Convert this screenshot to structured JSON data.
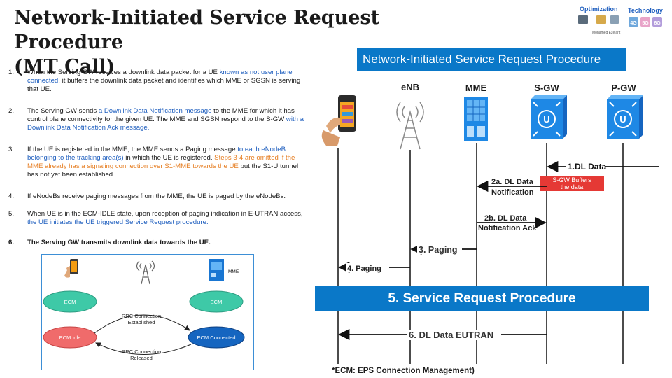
{
  "title_line1": "Network-Initiated Service Request Procedure",
  "title_line2": "(MT Call)",
  "logo": {
    "word1": "Optimization",
    "word2": "Technology",
    "badges": [
      "4G",
      "5G",
      "6G"
    ],
    "author": "Mohamed Ezelarit"
  },
  "steps": [
    {
      "num": "1.",
      "parts": [
        {
          "t": "When the Serving GW receives a downlink data packet for a UE ",
          "c": ""
        },
        {
          "t": "known as not user plane connected",
          "c": "blue"
        },
        {
          "t": ", it buffers the downlink data packet and identifies which MME or SGSN is serving that UE.",
          "c": ""
        }
      ]
    },
    {
      "num": "2.",
      "parts": [
        {
          "t": "The Serving GW sends ",
          "c": ""
        },
        {
          "t": "a Downlink Data Notification message",
          "c": "blue"
        },
        {
          "t": " to the MME for which it has control plane connectivity for the given UE. The MME and SGSN respond to the S-GW ",
          "c": ""
        },
        {
          "t": "with a Downlink Data Notification Ack message.",
          "c": "blue"
        }
      ]
    },
    {
      "num": "3.",
      "parts": [
        {
          "t": "If the UE is registered in the MME, the MME sends a Paging message ",
          "c": ""
        },
        {
          "t": "to each eNodeB belonging to the tracking area(s)",
          "c": "blue"
        },
        {
          "t": " in which the UE is registered. ",
          "c": ""
        },
        {
          "t": "Steps 3-4 are omitted if the MME already has a signaling connection over S1-MME towards the UE",
          "c": "orange"
        },
        {
          "t": " but the S1-U tunnel has not yet been established.",
          "c": ""
        }
      ]
    },
    {
      "num": "4.",
      "parts": [
        {
          "t": "If eNodeBs receive paging messages from the MME, the UE is paged by the eNodeBs.",
          "c": ""
        }
      ]
    },
    {
      "num": "5.",
      "parts": [
        {
          "t": "When UE is in the ECM-IDLE state, upon reception of paging indication in E-UTRAN access, ",
          "c": ""
        },
        {
          "t": "the UE initiates the UE triggered Service Request procedure.",
          "c": "blue"
        }
      ]
    },
    {
      "num": "6.",
      "bold": true,
      "parts": [
        {
          "t": "The Serving GW transmits downlink data towards the UE.",
          "c": ""
        }
      ]
    }
  ],
  "ecm": {
    "mme_label": "MME",
    "left_state": "ECM",
    "right_state": "ECM",
    "idle": "ECM Idle",
    "connected": "ECM Connected",
    "rrc_est_1": "RRC Connection",
    "rrc_est_2": "Established",
    "rrc_rel_1": "RRC Connection",
    "rrc_rel_2": "Released",
    "colors": {
      "teal": "#3ec9a7",
      "idle": "#f06b6b",
      "connected": "#1565c0"
    }
  },
  "sequence": {
    "header": "Network-Initiated Service Request Procedure",
    "nodes": [
      "eNB",
      "MME",
      "S-GW",
      "P-GW"
    ],
    "msg1": "1.DL Data",
    "sgw_note_1": "S-GW Buffers",
    "sgw_note_2": "the data",
    "msg2a_1": "2a. DL Data",
    "msg2a_2": "Notification",
    "msg2b_1": "2b. DL Data",
    "msg2b_2": "Notification Ack",
    "msg3": "3. Paging",
    "msg4": "4.  Paging",
    "service_request": "5. Service Request Procedure",
    "msg6": "6. DL Data EUTRAN",
    "footnote": "*ECM: EPS Connection Management)",
    "colors": {
      "accent": "#0a78c8",
      "note": "#e53935"
    }
  }
}
